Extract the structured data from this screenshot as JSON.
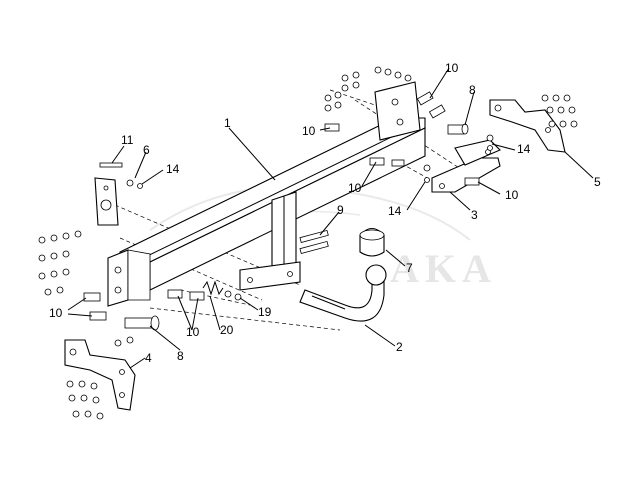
{
  "diagram": {
    "watermark": {
      "text": "AKA",
      "subtext": ""
    },
    "parts": [
      {
        "id": "p1",
        "label": "1"
      },
      {
        "id": "p2",
        "label": "2"
      },
      {
        "id": "p3",
        "label": "3"
      },
      {
        "id": "p4",
        "label": "4"
      },
      {
        "id": "p5",
        "label": "5"
      },
      {
        "id": "p6",
        "label": "6"
      },
      {
        "id": "p7",
        "label": "7"
      },
      {
        "id": "p8a",
        "label": "8"
      },
      {
        "id": "p8b",
        "label": "8"
      },
      {
        "id": "p9",
        "label": "9"
      },
      {
        "id": "p10a",
        "label": "10"
      },
      {
        "id": "p10b",
        "label": "10"
      },
      {
        "id": "p10c",
        "label": "10"
      },
      {
        "id": "p10d",
        "label": "10"
      },
      {
        "id": "p10e",
        "label": "10"
      },
      {
        "id": "p10f",
        "label": "10"
      },
      {
        "id": "p11",
        "label": "11"
      },
      {
        "id": "p14a",
        "label": "14"
      },
      {
        "id": "p14b",
        "label": "14"
      },
      {
        "id": "p14c",
        "label": "14"
      },
      {
        "id": "p19",
        "label": "19"
      },
      {
        "id": "p20",
        "label": "20"
      }
    ]
  }
}
